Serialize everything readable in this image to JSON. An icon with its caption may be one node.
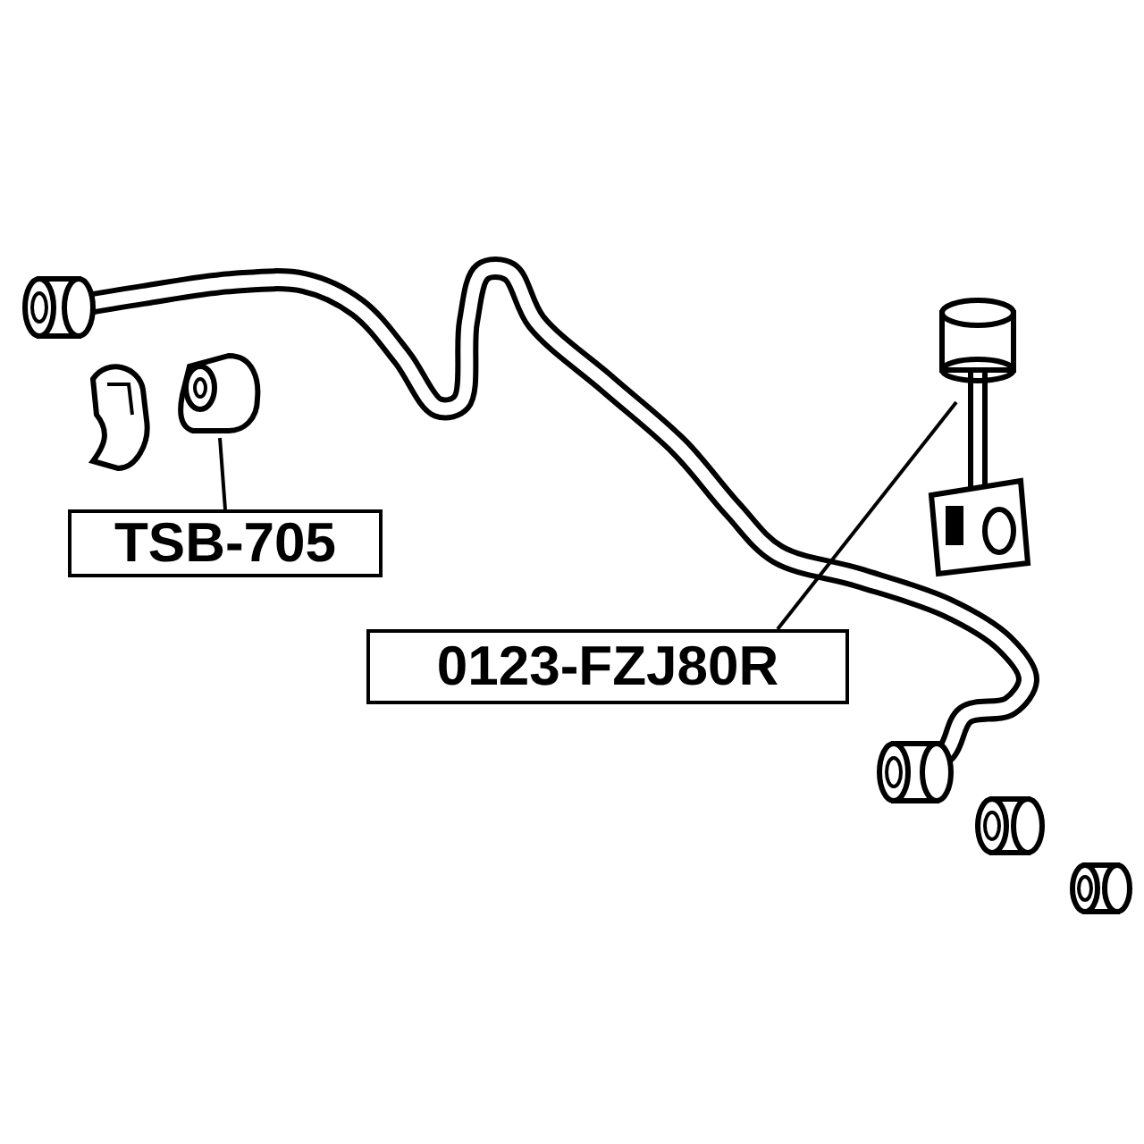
{
  "diagram": {
    "nodes": [
      {
        "text": [
          "TSB-705"
        ]
      },
      {
        "text": [],
        "shape": "picture"
      },
      {
        "text": [
          "0123-FZJ80R"
        ]
      },
      {
        "text": [],
        "shape": "picture"
      }
    ],
    "edges": [
      {
        "from": 0,
        "to": 1,
        "arrow": "none"
      },
      {
        "from": 2,
        "to": 3,
        "arrow": "none"
      }
    ]
  }
}
